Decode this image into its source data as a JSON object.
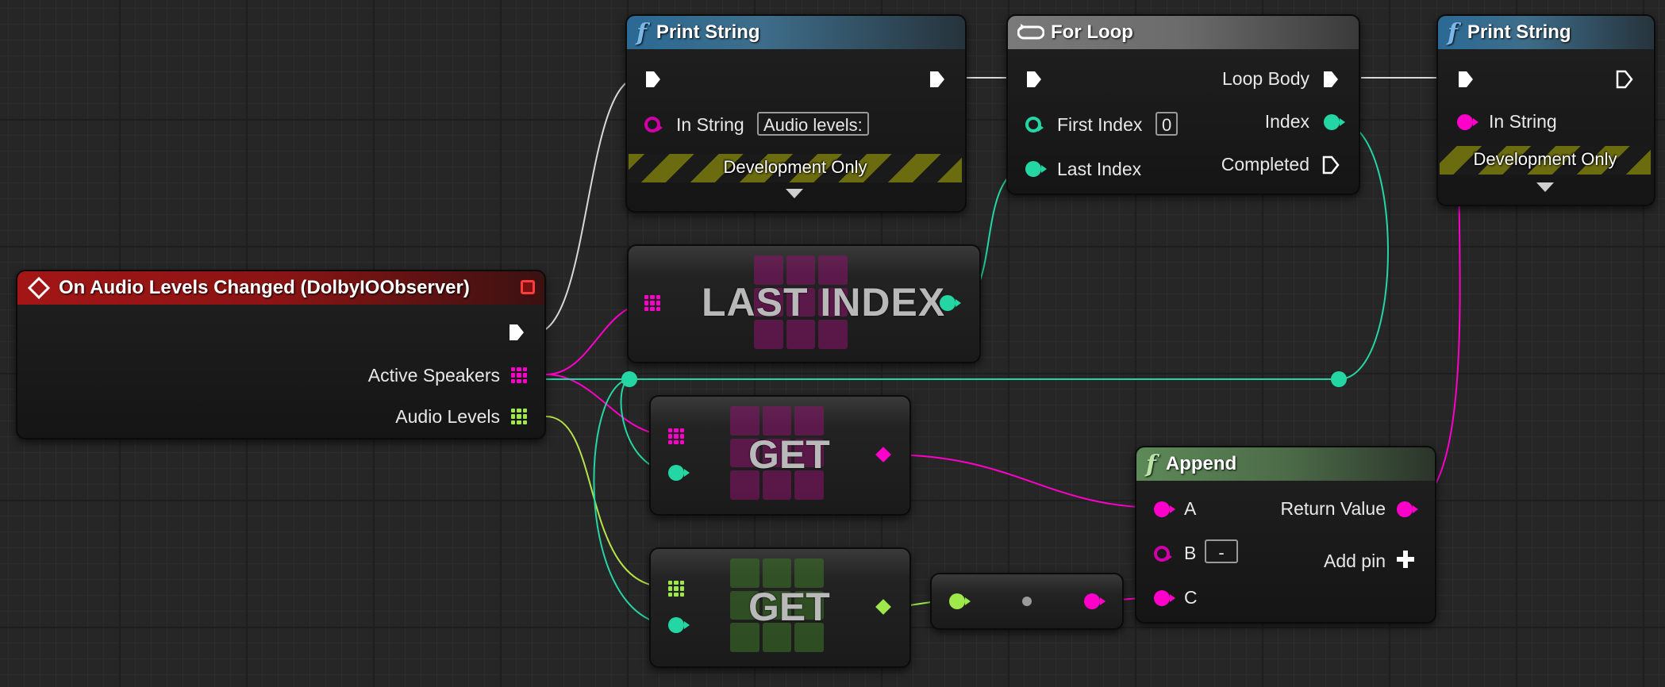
{
  "nodes": {
    "event": {
      "title": "On Audio Levels Changed (DolbyIOObserver)",
      "active_speakers": "Active Speakers",
      "audio_levels": "Audio Levels"
    },
    "print_string_1": {
      "title": "Print String",
      "in_string_label": "In String",
      "in_string_value": "Audio levels:",
      "dev_only": "Development Only"
    },
    "for_loop": {
      "title": "For Loop",
      "first_index_label": "First Index",
      "first_index_value": "0",
      "last_index_label": "Last Index",
      "loop_body_label": "Loop Body",
      "index_label": "Index",
      "completed_label": "Completed"
    },
    "print_string_2": {
      "title": "Print String",
      "in_string_label": "In String",
      "dev_only": "Development Only"
    },
    "last_index": {
      "title": "LAST INDEX"
    },
    "get_1": {
      "title": "GET"
    },
    "get_2": {
      "title": "GET"
    },
    "append": {
      "title": "Append",
      "a_label": "A",
      "b_label": "B",
      "b_value": "-",
      "c_label": "C",
      "return_label": "Return Value",
      "add_pin_label": "Add pin"
    }
  },
  "colors": {
    "exec": "#ffffff",
    "integer": "#25d6a5",
    "string": "#ff00ca",
    "float": "#9ee84a",
    "background": "#262626"
  },
  "icons": [
    "function-icon",
    "loop-icon",
    "event-diamond-icon",
    "delegate-square-icon",
    "plus-icon"
  ]
}
